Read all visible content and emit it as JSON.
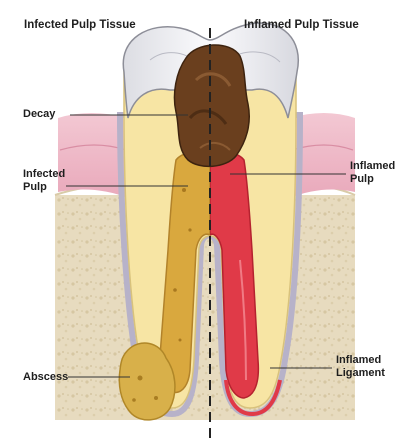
{
  "headers": {
    "left": "Infected Pulp Tissue",
    "right": "Inflamed Pulp Tissue"
  },
  "labels": {
    "decay": "Decay",
    "infected_pulp_line1": "Infected",
    "infected_pulp_line2": "Pulp",
    "inflamed_pulp_line1": "Inflamed",
    "inflamed_pulp_line2": "Pulp",
    "abscess": "Abscess",
    "inflamed_ligament_line1": "Inflamed",
    "inflamed_ligament_line2": "Ligament"
  },
  "colors": {
    "enamel": "#f4f4f6",
    "dentin": "#f7e7a8",
    "decay": "#6a3f1e",
    "infected_pulp": "#d9a83e",
    "inflamed_pulp": "#e03a48",
    "gum": "#ecb7c5",
    "bone": "#e8dcc0",
    "ligament": "#b9b4c9",
    "abscess": "#d8b04a"
  }
}
